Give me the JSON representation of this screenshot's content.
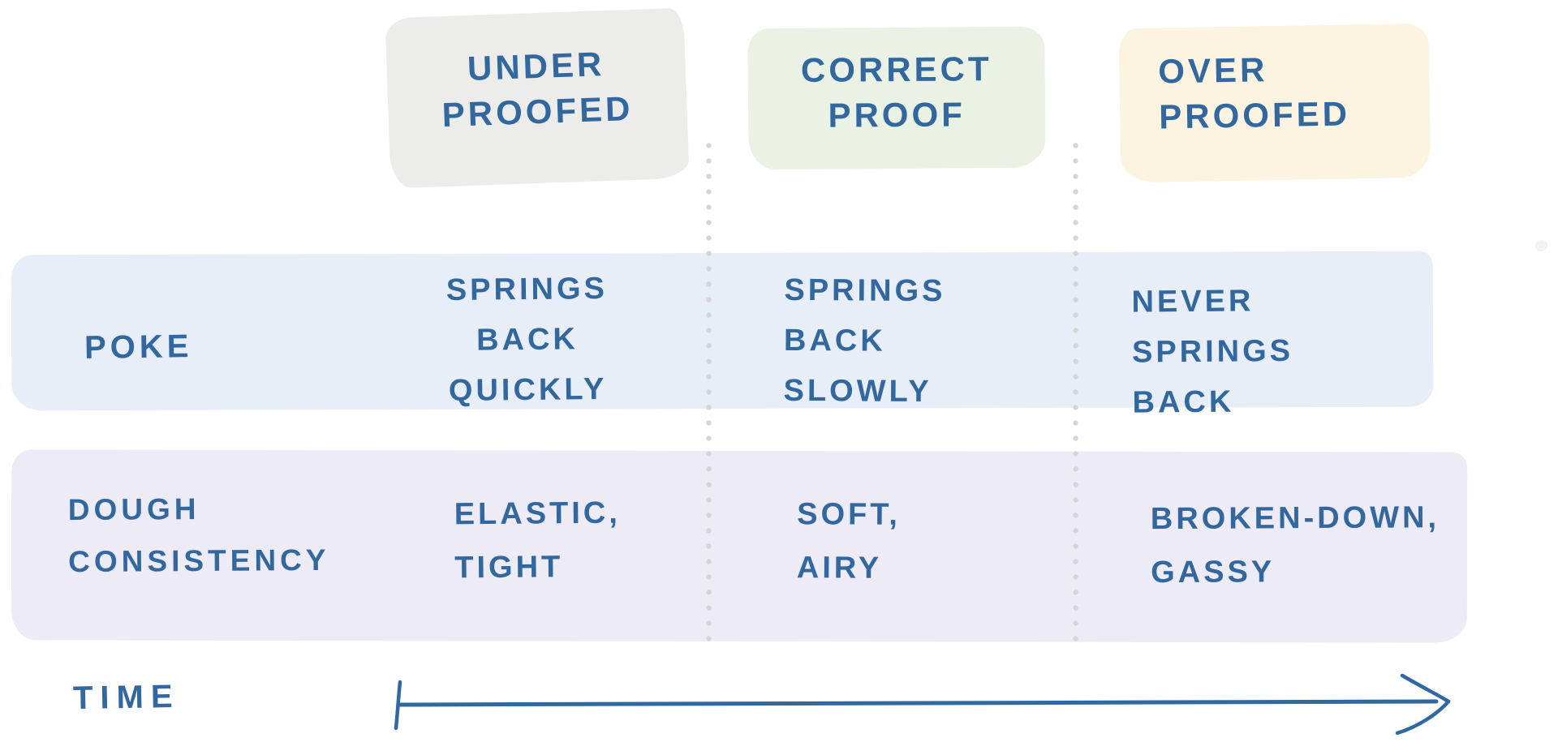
{
  "diagram": {
    "background_color": "#ffffff",
    "ink_color": "#33689f",
    "divider_color": "#d5d5d5",
    "columns": [
      {
        "id": "under-proofed",
        "label_lines": [
          "UNDER",
          "PROOFED"
        ],
        "highlight_color": "#ececeb"
      },
      {
        "id": "correct-proof",
        "label_lines": [
          "CORRECT",
          "PROOF"
        ],
        "highlight_color": "#e9f2e4"
      },
      {
        "id": "over-proofed",
        "label_lines": [
          "OVER",
          "PROOFED"
        ],
        "highlight_color": "#fcf3e1"
      }
    ],
    "rows": [
      {
        "id": "poke",
        "label_lines": [
          "POKE"
        ],
        "band_color": "#e7eef7",
        "cells": [
          [
            "SPRINGS",
            "BACK",
            "QUICKLY"
          ],
          [
            "SPRINGS",
            "BACK",
            "SLOWLY"
          ],
          [
            "NEVER",
            "SPRINGS",
            "BACK"
          ]
        ]
      },
      {
        "id": "dough-consistency",
        "label_lines": [
          "DOUGH",
          "CONSISTENCY"
        ],
        "band_color": "#edebf6",
        "cells": [
          [
            "ELASTIC,",
            "TIGHT"
          ],
          [
            "SOFT,",
            "AIRY"
          ],
          [
            "BROKEN-DOWN,",
            "GASSY"
          ]
        ]
      }
    ],
    "time_axis": {
      "label": "TIME"
    }
  }
}
